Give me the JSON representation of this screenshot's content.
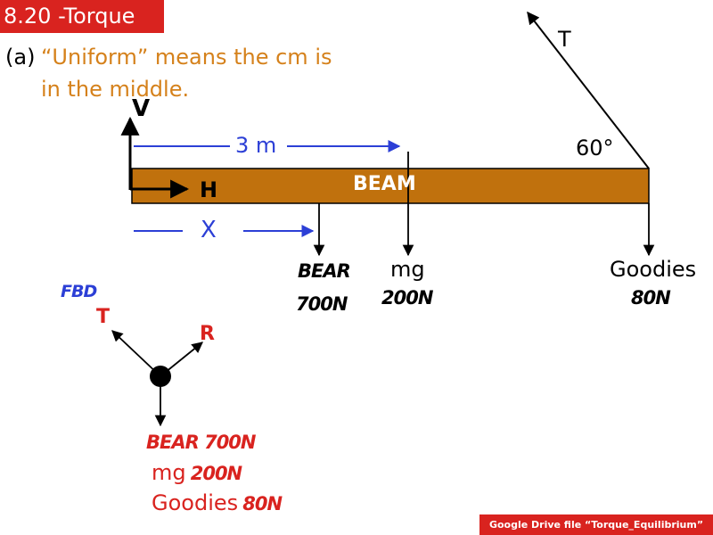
{
  "title": "8.20 -Torque",
  "part": "(a)",
  "intro_line1": "“Uniform” means the cm is",
  "intro_line2": "in the middle.",
  "beam_label": "BEAM",
  "v_label": "V",
  "h_label": "H",
  "dist_label": "3 m",
  "x_label": "X",
  "t_label": "T",
  "angle_label": "60°",
  "bear_label": "BEAR",
  "bear_force": "700N",
  "mg_label": "mg",
  "mg_force": "200N",
  "goodies_label": "Goodies",
  "goodies_force": "80N",
  "fbd": {
    "label": "FBD",
    "t_label": "T",
    "r_label": "R",
    "bear_line": "BEAR 700N",
    "mg_label": "mg",
    "mg_force": "200N",
    "goodies_label": "Goodies",
    "goodies_force": "80N"
  },
  "footer": "Google Drive file “Torque_Equilibrium”",
  "colors": {
    "title_bg": "#d9231f",
    "orange_text": "#d5811b",
    "beam": "#c0710d",
    "blue": "#2c3fd6",
    "red": "#d9231f"
  }
}
